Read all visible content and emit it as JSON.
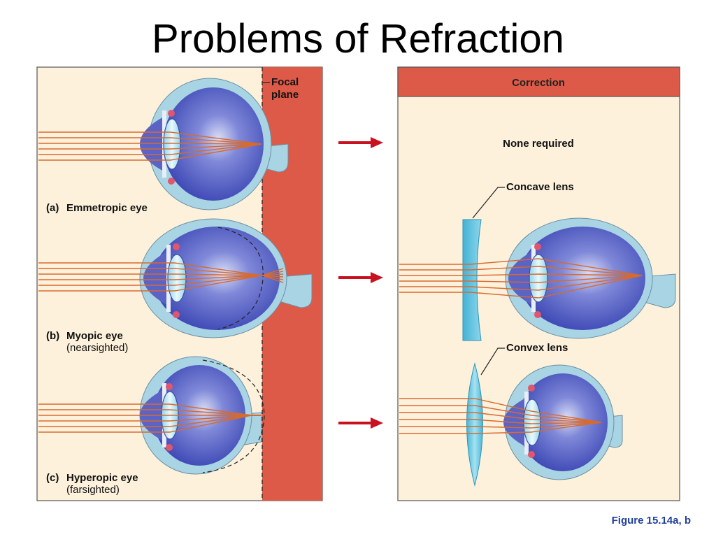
{
  "title": "Problems of Refraction",
  "focal_plane": {
    "line1": "Focal",
    "line2": "plane"
  },
  "correction_header": "Correction",
  "eyes": {
    "a": {
      "tag": "(a)",
      "name": "Emmetropic eye"
    },
    "b": {
      "tag": "(b)",
      "name": "Myopic eye",
      "sub": "(nearsighted)"
    },
    "c": {
      "tag": "(c)",
      "name": "Hyperopic eye",
      "sub": "(farsighted)"
    }
  },
  "corrections": {
    "none": "None required",
    "concave": "Concave lens",
    "convex": "Convex lens"
  },
  "caption": "Figure 15.14a, b",
  "colors": {
    "panel_bg": "#fdf1dc",
    "red_band": "#dd5a48",
    "eye_blue": "#3f49b6",
    "ray": "#d86a2e",
    "arrow": "#c8121f"
  }
}
